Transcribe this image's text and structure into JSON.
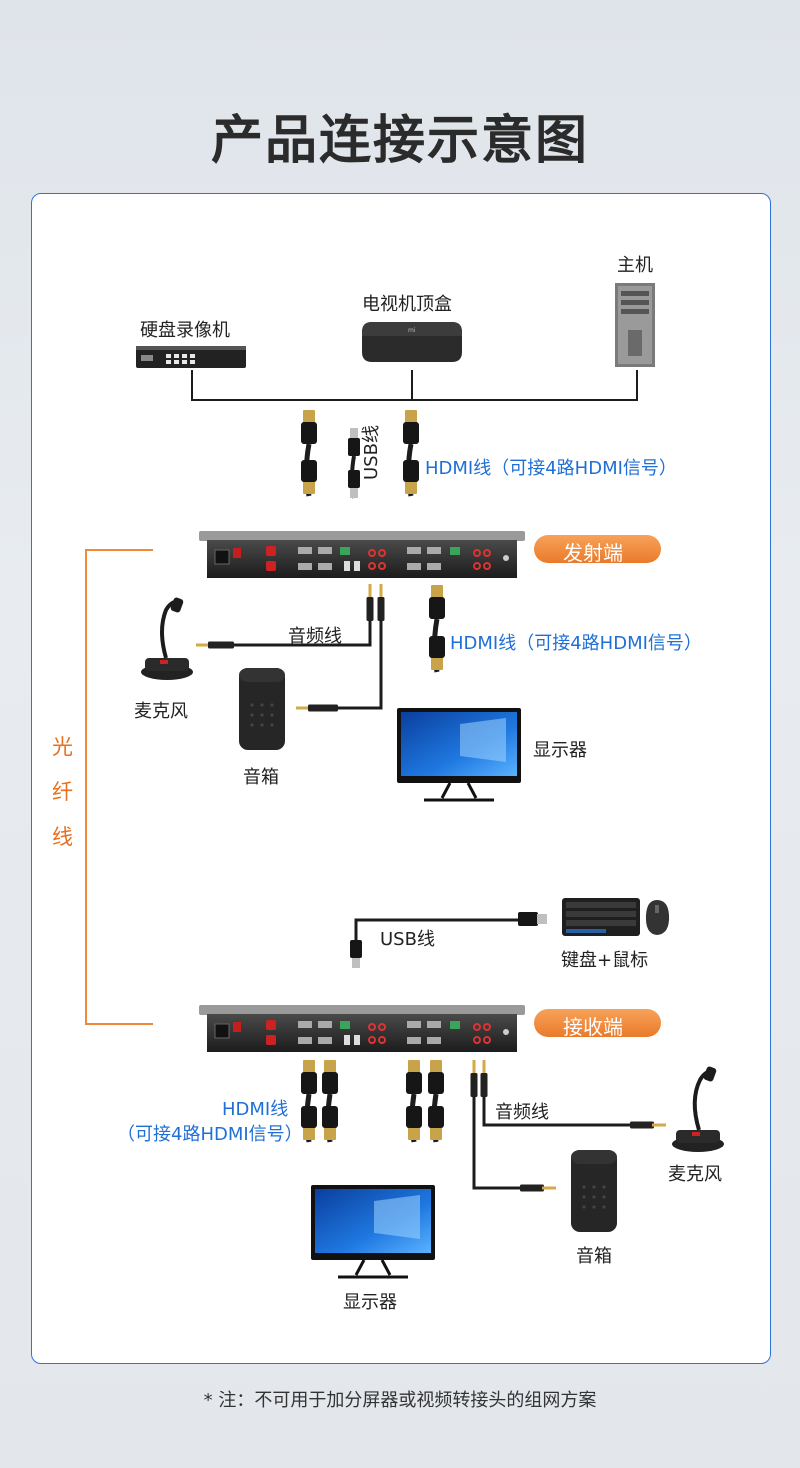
{
  "title": "产品连接示意图",
  "devices": {
    "dvr": "硬盘录像机",
    "settop": "电视机顶盒",
    "host": "主机",
    "mic": "麦克风",
    "speaker": "音箱",
    "monitor": "显示器",
    "kbmouse": "键盘+鼠标"
  },
  "cables": {
    "usb": "USB线",
    "hdmi4": "HDMI线（可接4路HDMI信号）",
    "audio": "音频线",
    "hdmi": "HDMI线",
    "hdmi_sub": "（可接4路HDMI信号）"
  },
  "ends": {
    "transmitter": "发射端",
    "receiver": "接收端"
  },
  "fiber": [
    "光",
    "纤",
    "线"
  ],
  "note": "* 注：不可用于加分屏器或视频转接头的组网方案",
  "colors": {
    "accent_blue": "#1f6fd6",
    "accent_orange": "#f08a3a",
    "cable": "#1c1c1c"
  }
}
